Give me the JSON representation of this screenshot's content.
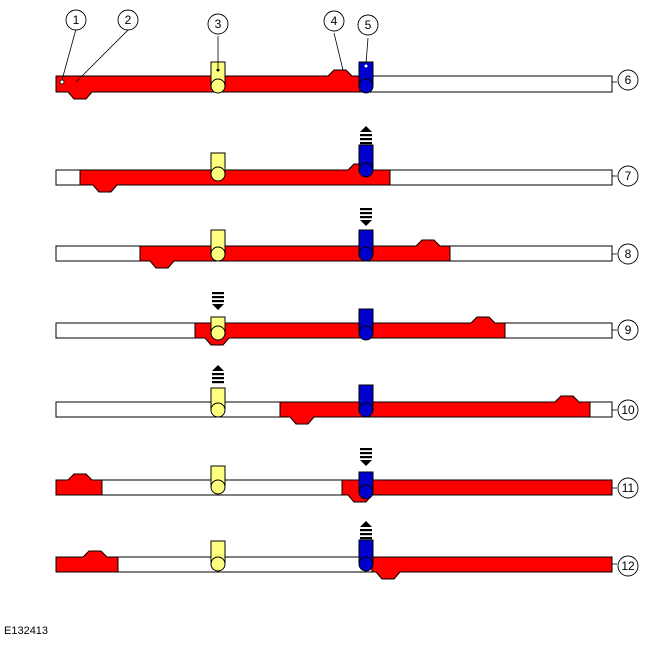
{
  "figure_id": "E132413",
  "colors": {
    "slider": "#ff0000",
    "pin_yellow": "#ffff7f",
    "pin_blue": "#0000cc",
    "outline": "#000000",
    "rail": "#ffffff"
  },
  "callouts": {
    "top": [
      "1",
      "2",
      "3",
      "4",
      "5"
    ],
    "right": [
      "6",
      "7",
      "8",
      "9",
      "10",
      "11",
      "12"
    ]
  }
}
